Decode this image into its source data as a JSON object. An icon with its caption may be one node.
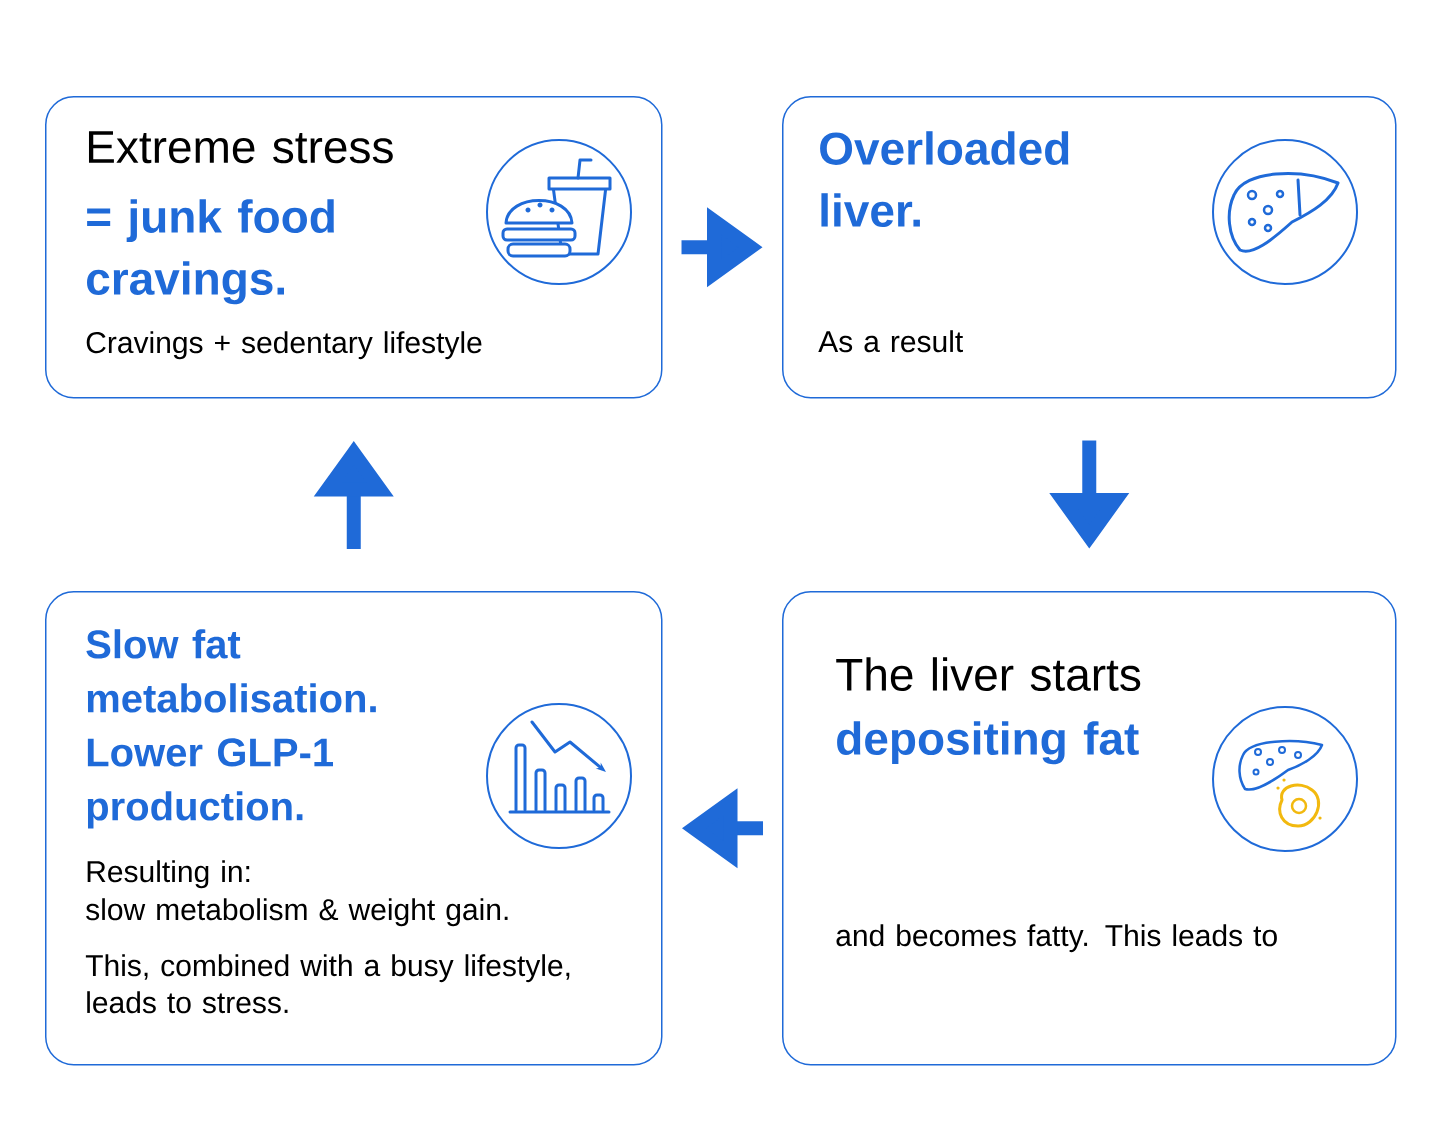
{
  "diagram": {
    "nodes": [
      {
        "text": [
          "Extreme stress",
          "= junk food cravings.",
          "Cravings + sedentary lifestyle"
        ]
      },
      {
        "text": [
          "Overloaded liver.",
          "As a result"
        ]
      },
      {
        "text": [
          "Slow fat metabolisation. Lower GLP-1 production.",
          "Resulting in:",
          "slow metabolism & weight gain.",
          "This, combined with a busy lifestyle, leads to stress."
        ]
      },
      {
        "text": [
          "The liver starts",
          "depositing fat",
          "and becomes fatty. This leads to"
        ]
      }
    ],
    "edges": [
      {
        "from": 0,
        "to": 1,
        "arrow": "to"
      },
      {
        "from": 1,
        "to": 3,
        "arrow": "to"
      },
      {
        "from": 3,
        "to": 2,
        "arrow": "to"
      },
      {
        "from": 2,
        "to": 0,
        "arrow": "to"
      }
    ]
  }
}
